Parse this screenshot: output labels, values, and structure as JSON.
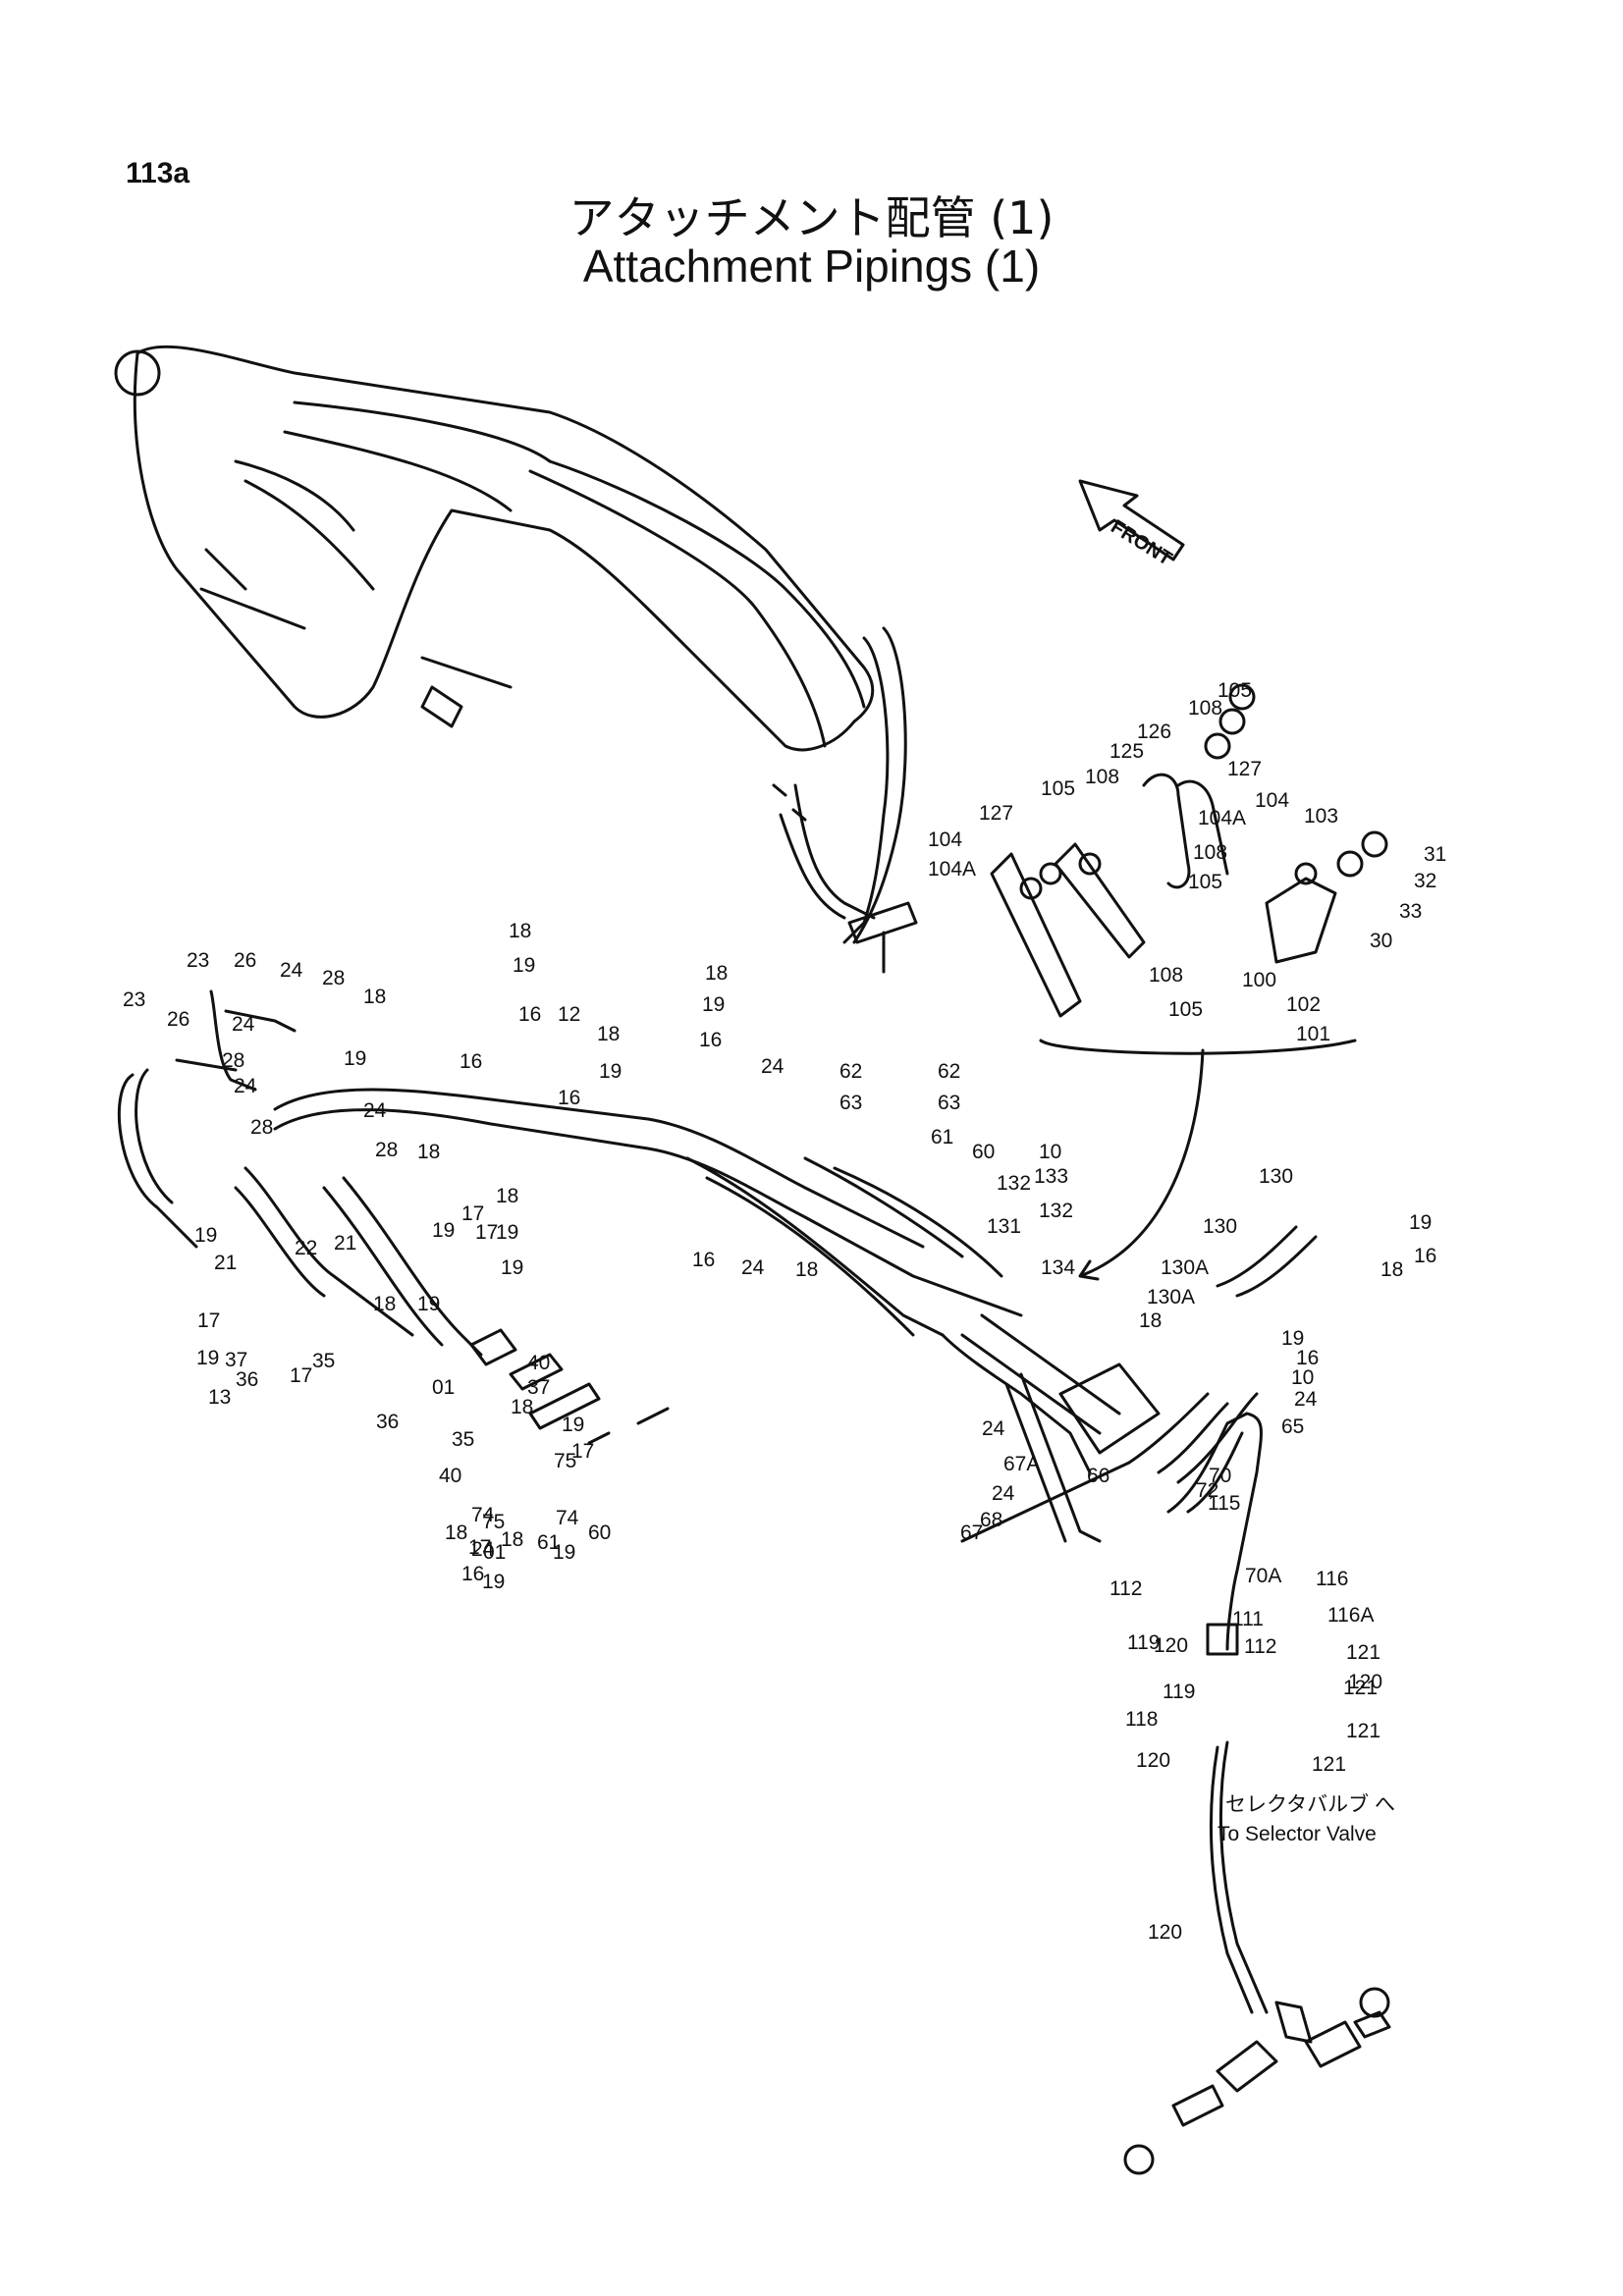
{
  "page_number": "113a",
  "title_jp": "アタッチメント配管 (1)",
  "title_en": "Attachment Pipings (1)",
  "front_label": "FRONT",
  "note_jp": "セレクタバルブ へ",
  "note_en": "To Selector Valve",
  "callouts": [
    "105",
    "108",
    "127",
    "126",
    "125",
    "104",
    "104A",
    "108",
    "105",
    "127",
    "104",
    "104A",
    "108",
    "105",
    "103",
    "31",
    "32",
    "33",
    "30",
    "100",
    "108",
    "105",
    "102",
    "101",
    "18",
    "19",
    "16",
    "12",
    "18",
    "19",
    "16",
    "23",
    "26",
    "24",
    "28",
    "18",
    "19",
    "16",
    "23",
    "26",
    "24",
    "28",
    "18",
    "19",
    "16",
    "24",
    "62",
    "62",
    "63",
    "63",
    "61",
    "60",
    "24",
    "28",
    "24",
    "28",
    "18",
    "19",
    "18",
    "17",
    "19",
    "17",
    "19",
    "22",
    "21",
    "19",
    "21",
    "18",
    "19",
    "17",
    "19",
    "37",
    "36",
    "13",
    "35",
    "17",
    "40",
    "37",
    "01",
    "18",
    "19",
    "17",
    "36",
    "35",
    "40",
    "74",
    "75",
    "75",
    "01",
    "74",
    "17",
    "18",
    "19",
    "60",
    "61",
    "24",
    "18",
    "16",
    "19",
    "18",
    "24",
    "16",
    "10",
    "133",
    "132",
    "132",
    "131",
    "134",
    "130",
    "130",
    "130A",
    "130A",
    "18",
    "19",
    "16",
    "18",
    "19",
    "16",
    "10",
    "24",
    "65",
    "66",
    "24",
    "24",
    "68",
    "67",
    "67A",
    "72",
    "115",
    "70",
    "112",
    "70A",
    "111",
    "112",
    "116",
    "116A",
    "121",
    "120",
    "119",
    "120",
    "121",
    "119",
    "118",
    "121",
    "120",
    "121",
    "120"
  ]
}
